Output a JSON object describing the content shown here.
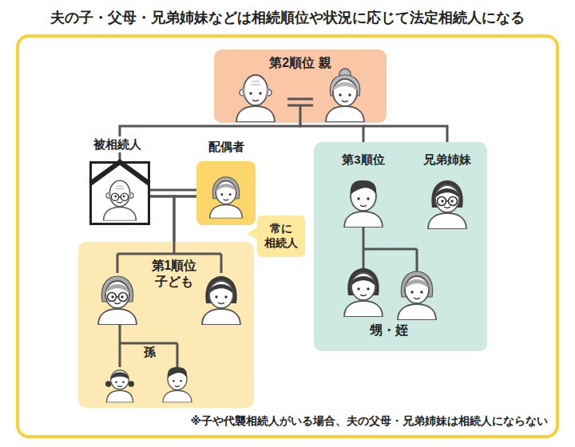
{
  "diagram": {
    "title": "夫の子・父母・兄弟姉妹などは相続順位や状況に応じて法定相続人になる",
    "nodes": [
      {
        "text": [
          "第2順位 親"
        ]
      },
      {
        "text": [
          "被相続人"
        ]
      },
      {
        "text": [
          "配偶者"
        ]
      },
      {
        "text": [
          "第3順位",
          "兄弟姉妹",
          "甥・姪"
        ]
      },
      {
        "text": [
          "常に 相続人"
        ]
      },
      {
        "text": [
          "第1順位 子ども",
          "孫"
        ]
      }
    ],
    "edges": [
      {
        "from": 0,
        "to": 1,
        "arrow": "none"
      },
      {
        "from": 0,
        "to": 3,
        "arrow": "none"
      },
      {
        "from": 1,
        "to": 2,
        "arrow": "none"
      },
      {
        "from": 1,
        "to": 5,
        "arrow": "none"
      },
      {
        "from": 2,
        "to": 5,
        "arrow": "none"
      }
    ],
    "labels": [
      "※子や代襲相続人がいる場合、夫の父母・兄弟姉妹は相続人にならない"
    ]
  }
}
